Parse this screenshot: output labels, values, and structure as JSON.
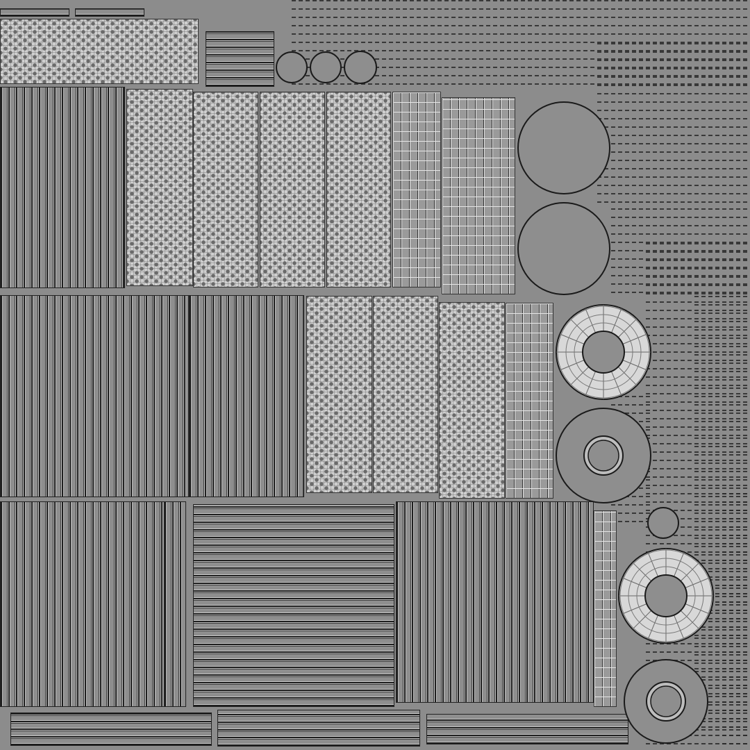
{
  "colors": {
    "background": "#8c8c8c",
    "mesh_fill": "#cfcfcf",
    "line_dark": "#1e1e1e",
    "line_light": "#e8e8e8",
    "circle_fill": "#8e8e8e"
  },
  "region_types": [
    "hex-mesh-panel",
    "vertical-strip-panel",
    "light-strip-panel",
    "horizontal-strip-panel",
    "disc",
    "ring-disc"
  ]
}
